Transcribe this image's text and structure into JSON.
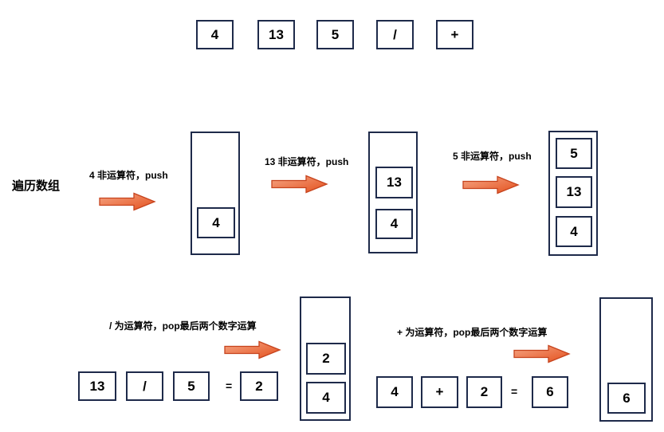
{
  "colors": {
    "box-border": "#1e2a4a",
    "arrow-start": "#f5a584",
    "arrow-end": "#e4511e",
    "arrow-stroke": "#c6431d",
    "text": "#000000"
  },
  "diagram": {
    "note": "遍历数组",
    "tokens": [
      "4",
      "13",
      "5",
      "/",
      "+"
    ],
    "steps": [
      {
        "label": "4 非运算符，push",
        "stack": [
          "4"
        ]
      },
      {
        "label": "13 非运算符，push",
        "stack": [
          "13",
          "4"
        ]
      },
      {
        "label": "5 非运算符，push",
        "stack": [
          "5",
          "13",
          "4"
        ]
      },
      {
        "label": "/ 为运算符，pop最后两个数字运算",
        "operands": [
          "13",
          "/",
          "5"
        ],
        "equals": "=",
        "result": "2",
        "stack": [
          "2",
          "4"
        ]
      },
      {
        "label": "+ 为运算符，pop最后两个数字运算",
        "operands": [
          "4",
          "+",
          "2"
        ],
        "equals": "=",
        "result": "6",
        "stack": [
          "6"
        ]
      }
    ]
  }
}
